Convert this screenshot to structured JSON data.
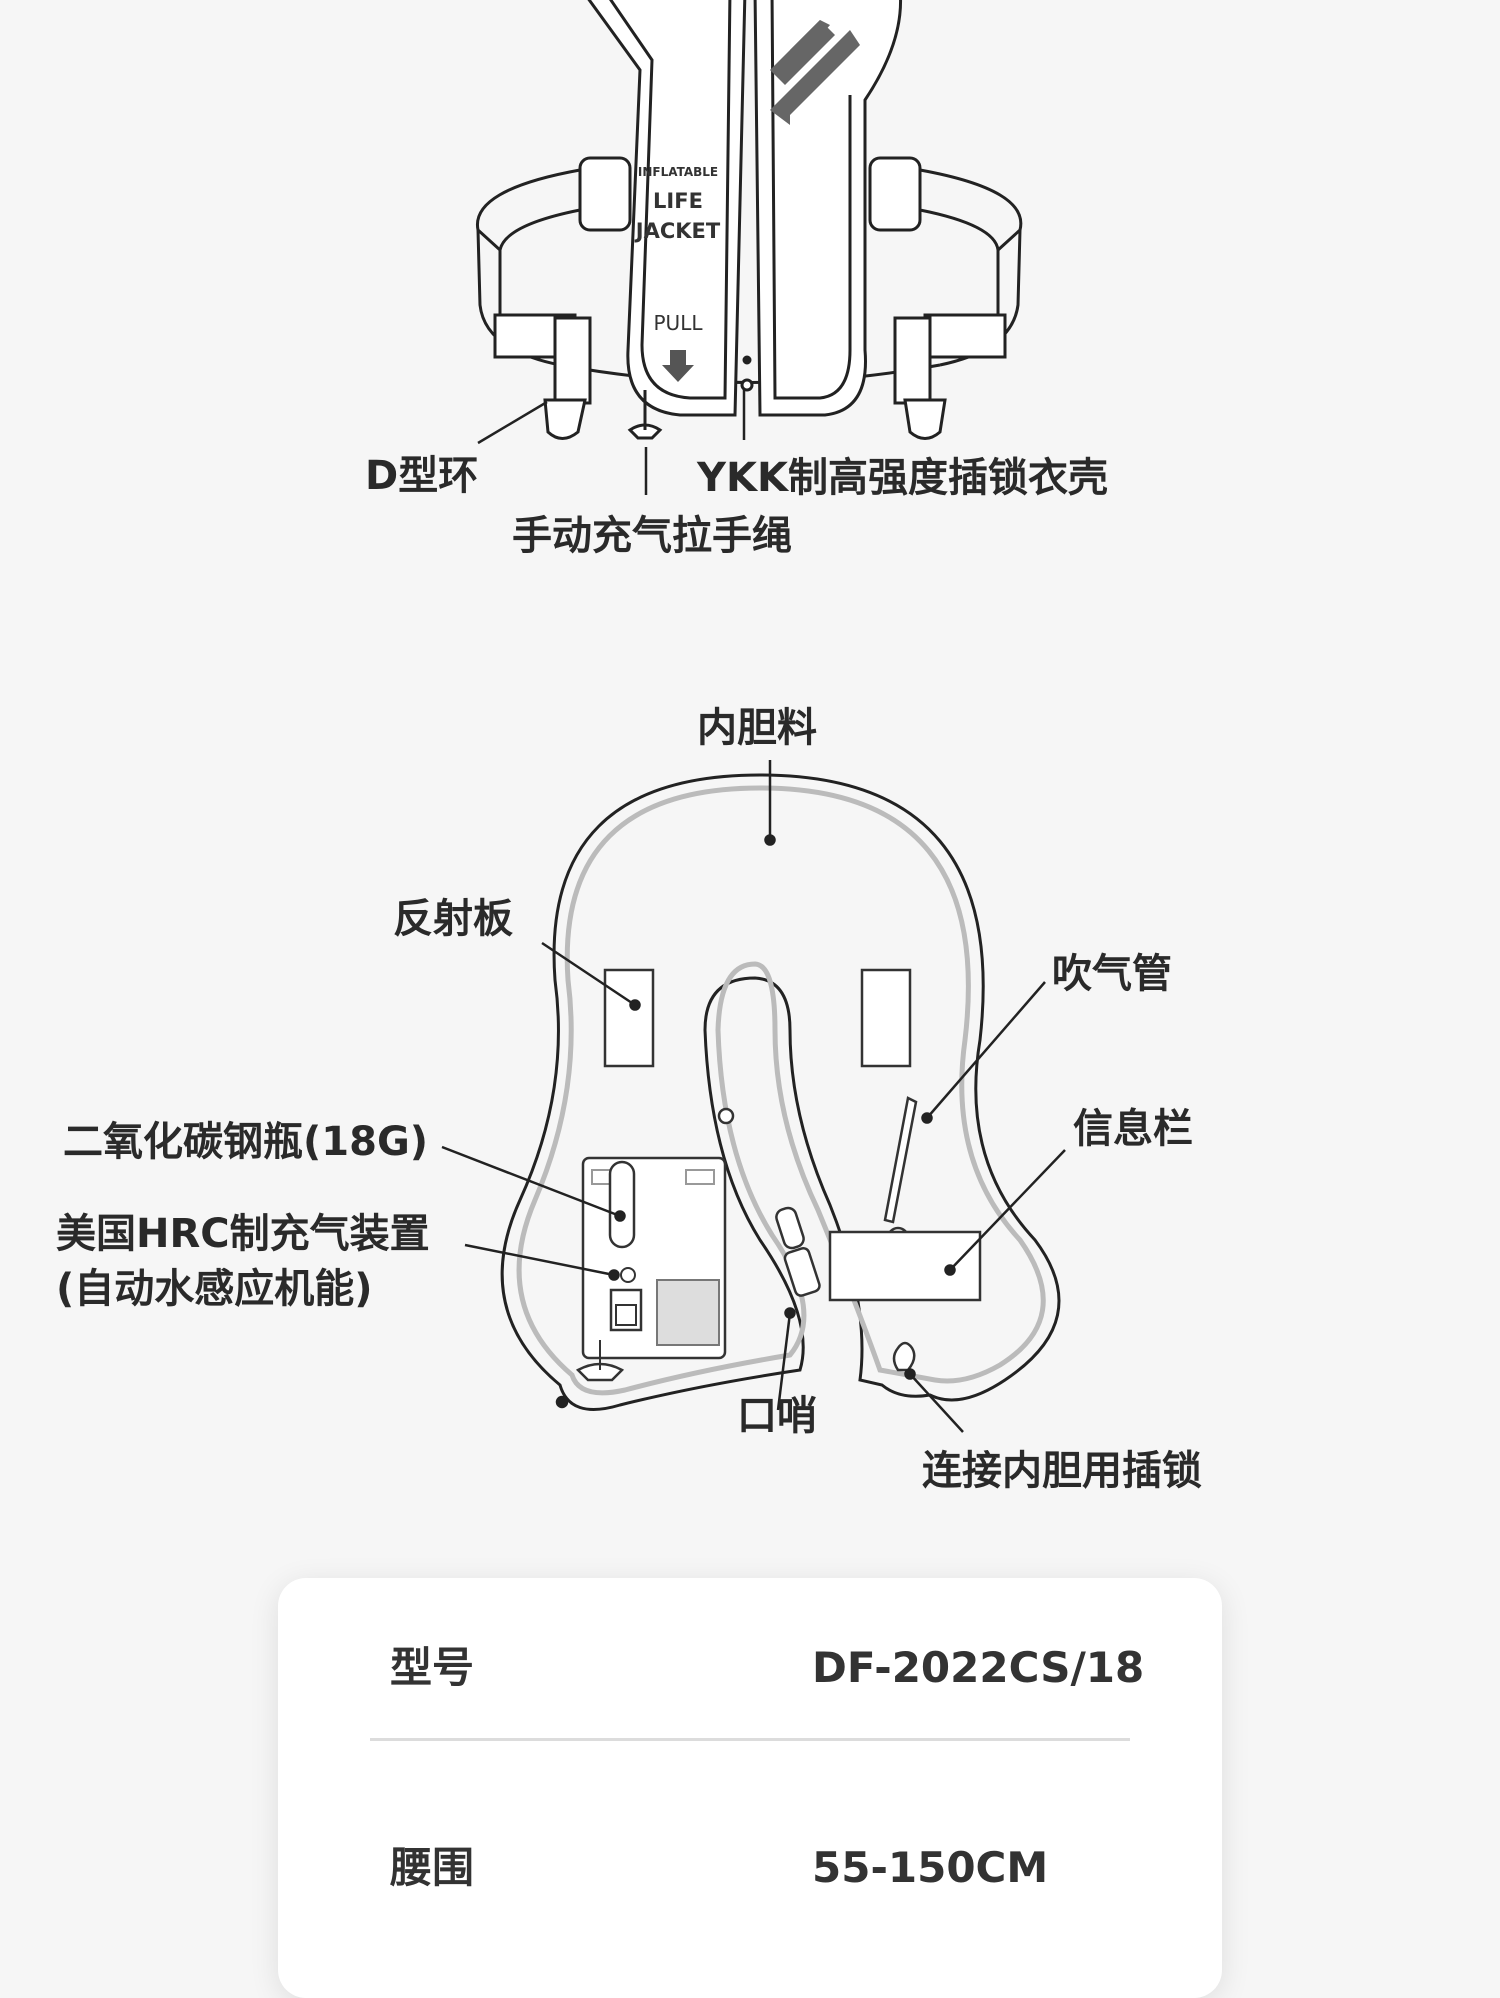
{
  "top_diagram": {
    "vest_text": {
      "line1": "INFLATABLE",
      "line2": "LIFE",
      "line3": "JACKET",
      "pull": "PULL"
    },
    "labels": {
      "d_ring": "D型环",
      "pull_cord": "手动充气拉手绳",
      "ykk_shell": "YKK制高强度插锁衣壳"
    }
  },
  "bottom_diagram": {
    "labels": {
      "bladder_material": "内胆料",
      "reflector": "反射板",
      "blow_tube": "吹气管",
      "info_panel": "信息栏",
      "co2_cylinder": "二氧化碳钢瓶(18G)",
      "inflator_line1": "美国HRC制充气装置",
      "inflator_line2": "(自动水感应机能)",
      "whistle": "口哨",
      "bladder_buckle": "连接内胆用插锁"
    }
  },
  "specs": [
    {
      "key": "型号",
      "value": "DF-2022CS/18"
    },
    {
      "key": "腰围",
      "value": "55-150CM"
    }
  ]
}
